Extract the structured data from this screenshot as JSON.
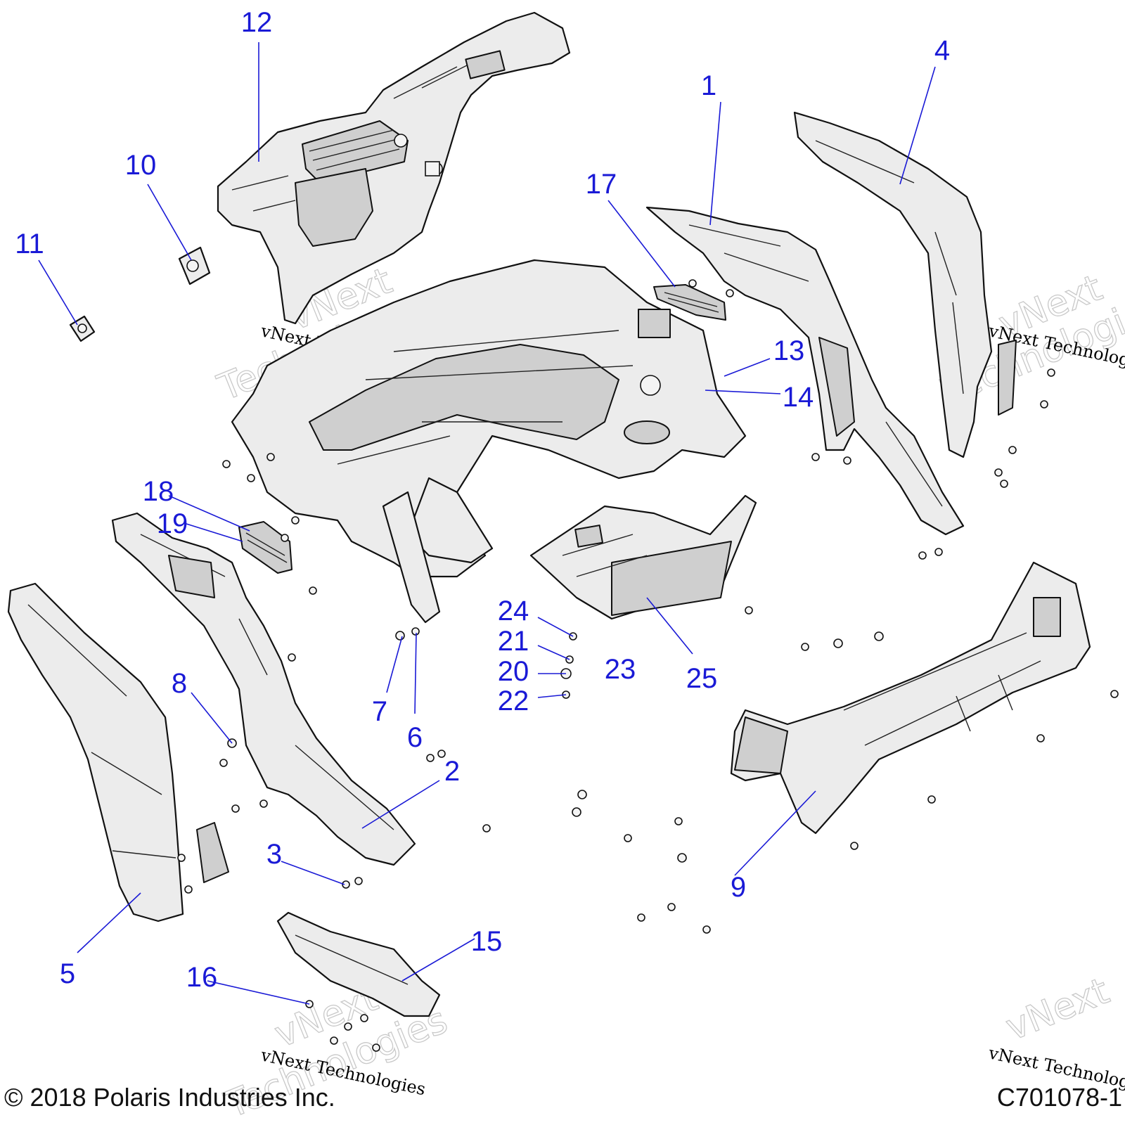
{
  "callouts": [
    "1",
    "2",
    "3",
    "4",
    "5",
    "6",
    "7",
    "8",
    "9",
    "10",
    "11",
    "12",
    "13",
    "14",
    "15",
    "16",
    "17",
    "18",
    "19",
    "20",
    "21",
    "22",
    "23",
    "24",
    "25"
  ],
  "watermark": {
    "company": "vNext Technologies",
    "word1": "vNext",
    "word2": "Technologies"
  },
  "footer": {
    "copyright": "© 2018 Polaris Industries Inc.",
    "drawing_number": "C701078-1"
  }
}
